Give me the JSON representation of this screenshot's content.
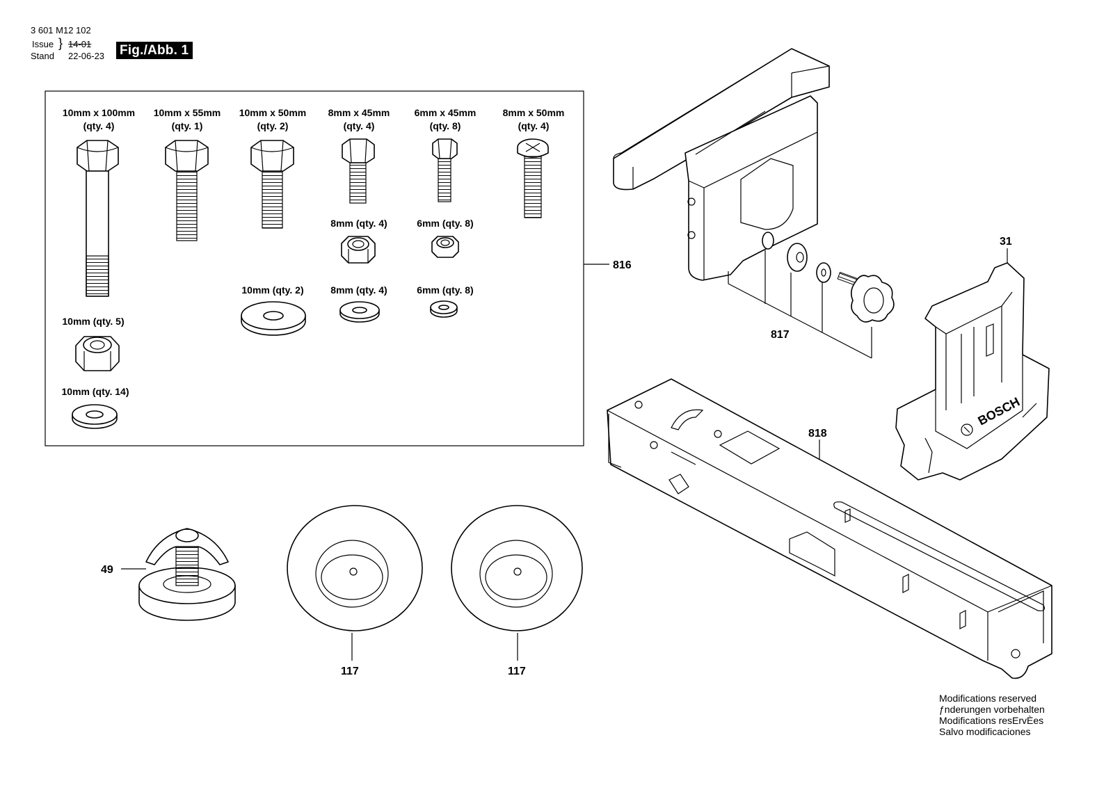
{
  "header": {
    "part_number": "3 601 M12 102",
    "issue_label": "Issue",
    "stand_label": "Stand",
    "issue_value": "14-01",
    "stand_value": "22-06-23",
    "figure_label": "Fig./Abb. 1"
  },
  "hardware_box": {
    "bolts": [
      {
        "size": "10mm x 100mm",
        "qty": "(qty. 4)"
      },
      {
        "size": "10mm x 55mm",
        "qty": "(qty. 1)"
      },
      {
        "size": "10mm x 50mm",
        "qty": "(qty. 2)"
      },
      {
        "size": "8mm x 45mm",
        "qty": "(qty. 4)"
      },
      {
        "size": "6mm x 45mm",
        "qty": "(qty. 8)"
      },
      {
        "size": "8mm x 50mm",
        "qty": "(qty. 4)"
      }
    ],
    "nuts": [
      {
        "label": "8mm (qty. 4)"
      },
      {
        "label": "6mm (qty. 8)"
      },
      {
        "label": "10mm (qty. 5)"
      }
    ],
    "washers": [
      {
        "label": "10mm (qty. 2)"
      },
      {
        "label": "8mm (qty. 4)"
      },
      {
        "label": "6mm (qty. 8)"
      },
      {
        "label": "10mm (qty. 14)"
      }
    ]
  },
  "callouts": {
    "hardware_kit": "816",
    "knob_assembly": "817",
    "clamp_bracket": "31",
    "base_rail": "818",
    "leveling_foot": "49",
    "wheel_left": "117",
    "wheel_right": "117"
  },
  "brand_text": "BOSCH",
  "notes": [
    "Modifications reserved",
    "ƒnderungen vorbehalten",
    "Modifications resErvÈes",
    "Salvo modificaciones"
  ]
}
